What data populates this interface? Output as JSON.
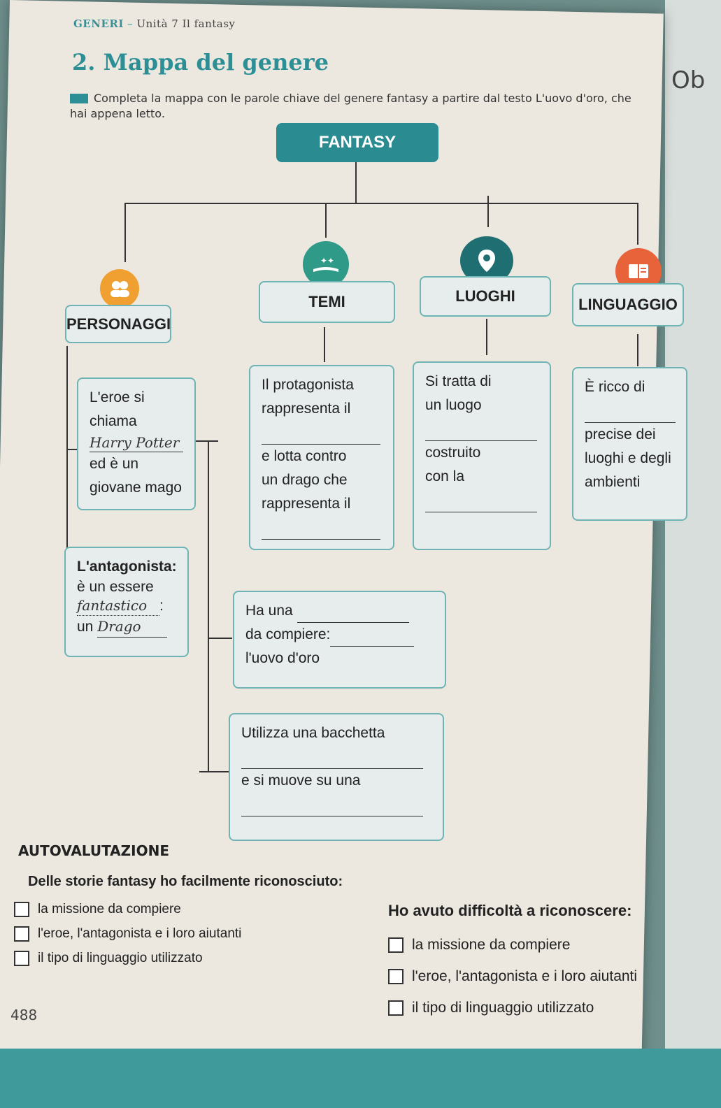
{
  "header": {
    "section": "GENERI",
    "separator": "–",
    "unit": "Unità 7  Il fantasy"
  },
  "title": "2. Mappa del genere",
  "instruction": "Completa la mappa con le parole chiave del genere fantasy a partire dal testo L'uovo d'oro, che hai appena letto.",
  "side_text": "Ob",
  "map": {
    "root": "FANTASY",
    "categories": {
      "personaggi": "PERSONAGGI",
      "temi": "TEMI",
      "luoghi": "LUOGHI",
      "linguaggio": "LINGUAGGIO"
    },
    "eroe": {
      "line1": "L'eroe si",
      "line2": "chiama",
      "answer": "Harry Potter",
      "line3": "ed è un",
      "line4": "giovane mago"
    },
    "antagonista": {
      "heading": "L'antagonista:",
      "line1": "è un essere",
      "answer1": "fantastico",
      "colon": ":",
      "un": "un",
      "answer2": "Drago"
    },
    "temi": {
      "line1": "Il protagonista",
      "line2": "rappresenta il",
      "line3": "e lotta contro",
      "line4": "un drago che",
      "line5": "rappresenta il"
    },
    "luoghi": {
      "line1": "Si tratta di",
      "line2": "un luogo",
      "line3": "costruito",
      "line4": "con la"
    },
    "linguaggio": {
      "line1": "È ricco di",
      "line2": "precise dei",
      "line3": "luoghi e degli",
      "line4": "ambienti"
    },
    "missione": {
      "line1": "Ha una",
      "line2": "da compiere:",
      "line3": "l'uovo d'oro"
    },
    "bacchetta": {
      "line1": "Utilizza una bacchetta",
      "line2": "e si muove su una"
    }
  },
  "autovalutazione": {
    "title": "AUTOVALUTAZIONE",
    "left_heading": "Delle storie fantasy ho facilmente riconosciuto:",
    "left_items": [
      "la missione da compiere",
      "l'eroe, l'antagonista e i loro aiutanti",
      "il tipo di linguaggio utilizzato"
    ],
    "right_heading": "Ho avuto difficoltà a riconoscere:",
    "right_items": [
      "la missione da compiere",
      "l'eroe, l'antagonista e i loro aiutanti",
      "il tipo di linguaggio utilizzato"
    ]
  },
  "page_number": "488",
  "colors": {
    "accent": "#2a8c91",
    "box_border": "#6fb4b4",
    "icon_orange": "#f0a030",
    "icon_teal": "#2f9a88",
    "icon_red": "#e8623a"
  }
}
